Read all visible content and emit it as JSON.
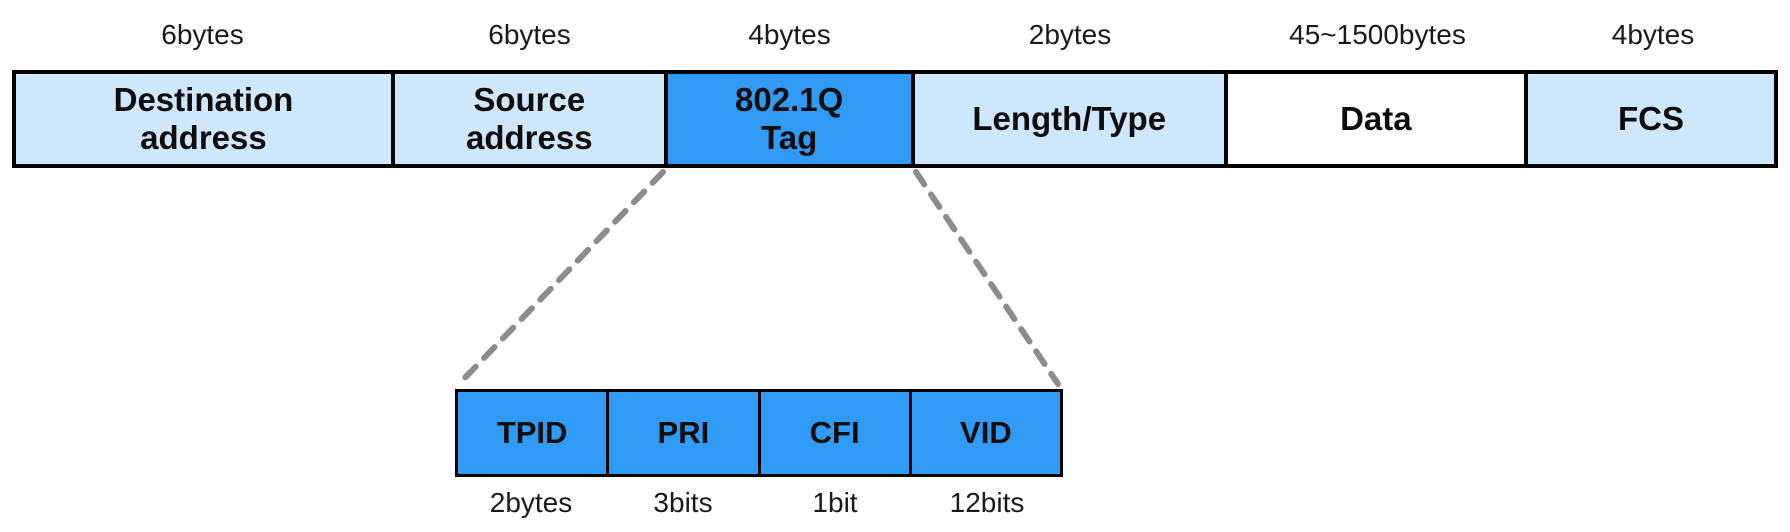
{
  "frame": {
    "fields": [
      {
        "size": "6bytes",
        "label": "Destination\naddress"
      },
      {
        "size": "6bytes",
        "label": "Source\naddress"
      },
      {
        "size": "4bytes",
        "label": "802.1Q\nTag"
      },
      {
        "size": "2bytes",
        "label": "Length/Type"
      },
      {
        "size": "45~1500bytes",
        "label": "Data"
      },
      {
        "size": "4bytes",
        "label": "FCS"
      }
    ]
  },
  "tag": {
    "fields": [
      {
        "label": "TPID",
        "size": "2bytes"
      },
      {
        "label": "PRI",
        "size": "3bits"
      },
      {
        "label": "CFI",
        "size": "1bit"
      },
      {
        "label": "VID",
        "size": "12bits"
      }
    ]
  },
  "colors": {
    "field_fill": "#CFE7FA",
    "highlight_fill": "#2F9BF5",
    "data_fill": "#FFFFFF",
    "border": "#000000",
    "connector": "#8C8C8C"
  }
}
